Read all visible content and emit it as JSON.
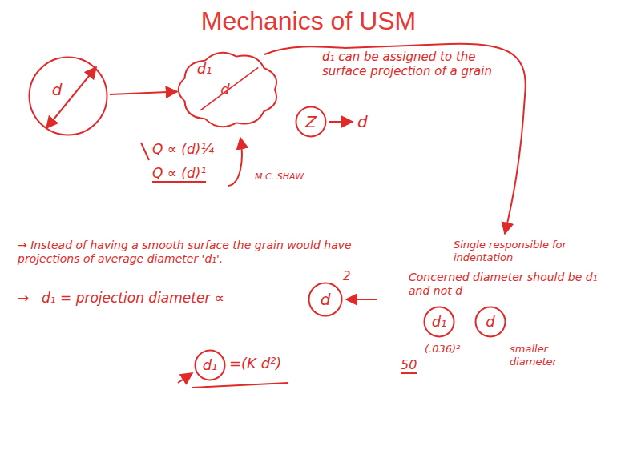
{
  "diagram": {
    "title": "Mechanics of USM",
    "nodes": [
      {
        "text": [
          "d"
        ]
      },
      {
        "text": [
          "d₁",
          "d"
        ]
      },
      {
        "text": [
          "Z"
        ]
      },
      {
        "text": [
          "d₁"
        ]
      },
      {
        "text": [
          "d"
        ]
      },
      {
        "text": [
          "d"
        ]
      },
      {
        "text": [
          "d₁"
        ]
      }
    ],
    "edges": [
      {
        "from": 0,
        "to": 1,
        "arrow": "to"
      }
    ],
    "labels": [
      "d₁ can be assigned to the surface projection of a grain",
      "d",
      "Q ∝ (d)¼",
      "Q ∝ (d)¹",
      "M.C. SHAW",
      "Single responsible for indentation",
      "Concerned diameter should be d₁ and not d",
      "(.036)²",
      "smaller diameter",
      "→ Instead of having a smooth surface the grain would have projections of average diameter 'd₁'.",
      "→",
      "d₁ = projection diameter ∝",
      "2",
      "=(K d²)",
      "50"
    ]
  }
}
